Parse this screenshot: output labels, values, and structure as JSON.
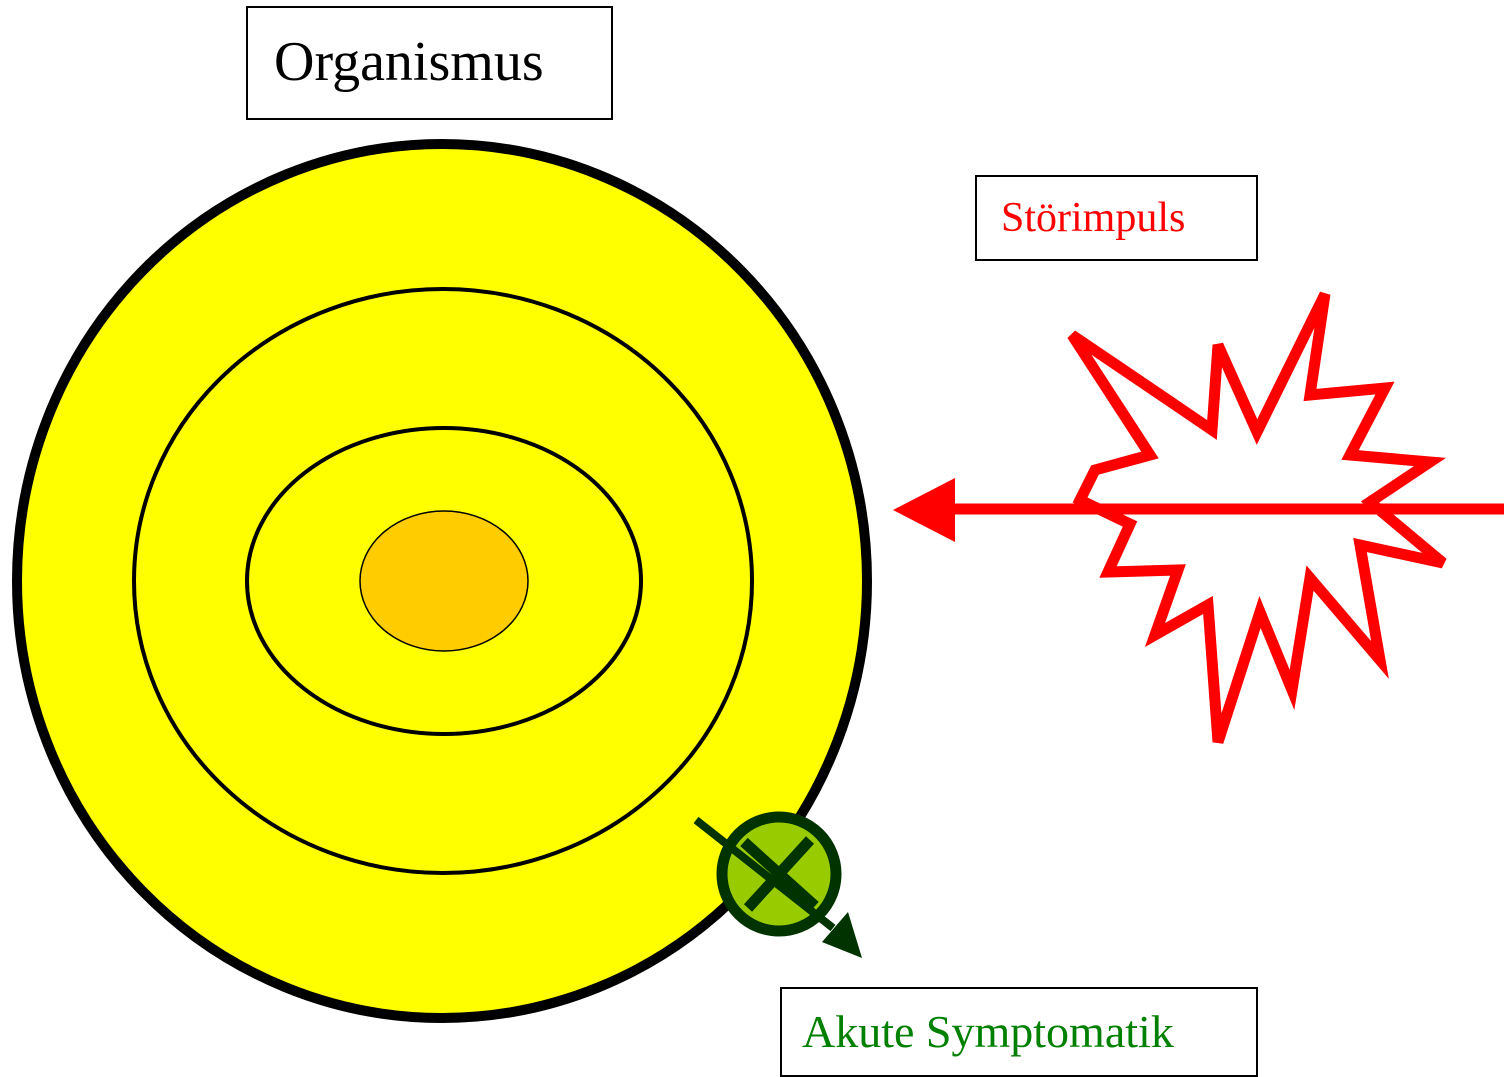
{
  "labels": {
    "organism": "Organismus",
    "disturbance": "Störimpuls",
    "symptom": "Akute Symptomatik"
  },
  "colors": {
    "outer_fill": "#FFFF00",
    "core_fill": "#FFCC00",
    "ring_stroke": "#000000",
    "disturbance": "#FF0000",
    "symptom_fill": "#99CC00",
    "symptom_stroke": "#003300",
    "organism_text": "#000000",
    "disturbance_text": "#FF0000",
    "symptom_text": "#008000"
  },
  "icons": {
    "explosion": "starburst-icon",
    "symptom": "crossed-circle-icon"
  }
}
